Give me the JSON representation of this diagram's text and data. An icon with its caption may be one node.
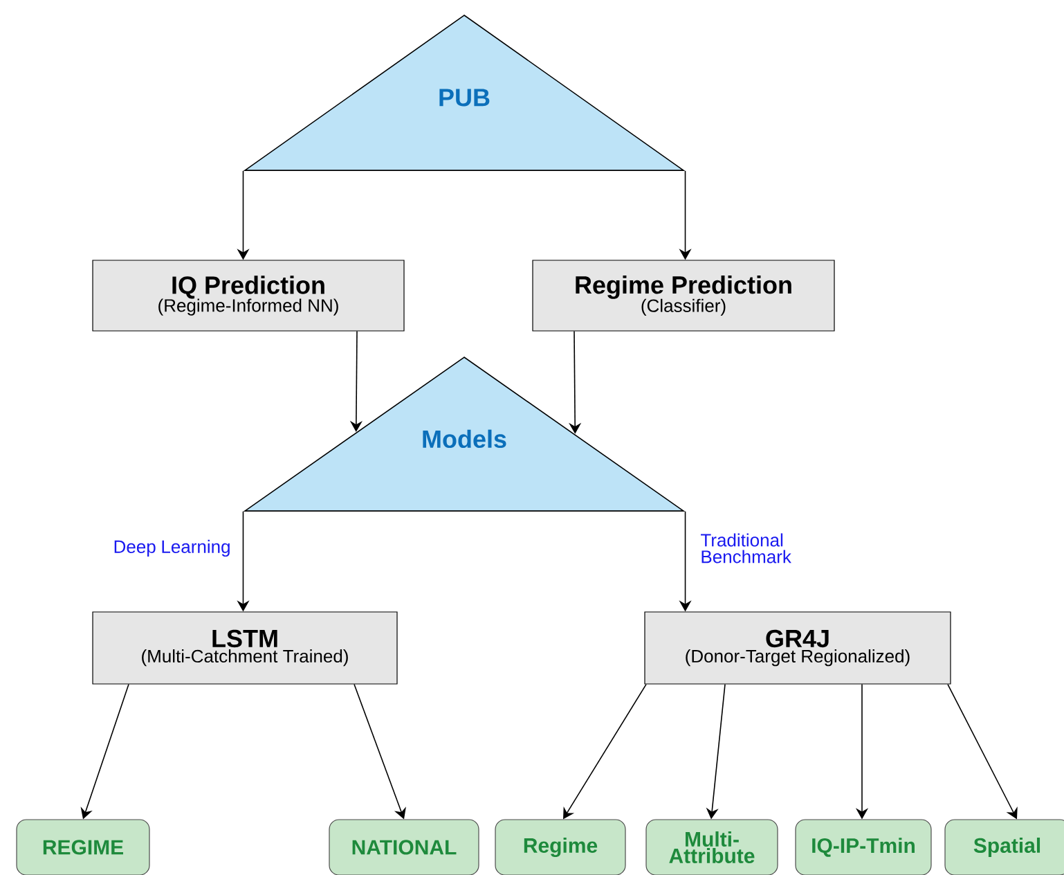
{
  "diagram": {
    "nodes": [
      {
        "text": [
          "PUB"
        ]
      },
      {
        "text": [
          "IQ Prediction",
          "(Regime-Informed NN)"
        ]
      },
      {
        "text": [
          "Regime Prediction",
          "(Classifier)"
        ]
      },
      {
        "text": [
          "Models"
        ]
      },
      {
        "text": [
          "LSTM",
          "(Multi-Catchment Trained)"
        ]
      },
      {
        "text": [
          "GR4J",
          "(Donor-Target Regionalized)"
        ]
      },
      {
        "text": [
          "REGIME"
        ]
      },
      {
        "text": [
          "NATIONAL"
        ]
      },
      {
        "text": [
          "Regime"
        ]
      },
      {
        "text": [
          "Multi-Attribute"
        ]
      },
      {
        "text": [
          "IQ-IP-Tmin"
        ]
      },
      {
        "text": [
          "Spatial"
        ]
      }
    ],
    "edges": [
      {
        "from": 0,
        "to": 1,
        "arrow": "to"
      },
      {
        "from": 0,
        "to": 2,
        "arrow": "to"
      },
      {
        "from": 1,
        "to": 3,
        "arrow": "to"
      },
      {
        "from": 2,
        "to": 3,
        "arrow": "to"
      },
      {
        "from": 3,
        "to": 4,
        "arrow": "to",
        "label": "Deep Learning"
      },
      {
        "from": 3,
        "to": 5,
        "arrow": "to",
        "label": "Traditional Benchmark"
      },
      {
        "from": 4,
        "to": 6,
        "arrow": "to"
      },
      {
        "from": 4,
        "to": 7,
        "arrow": "to"
      },
      {
        "from": 5,
        "to": 8,
        "arrow": "to"
      },
      {
        "from": 5,
        "to": 9,
        "arrow": "to"
      },
      {
        "from": 5,
        "to": 10,
        "arrow": "to"
      },
      {
        "from": 5,
        "to": 11,
        "arrow": "to"
      }
    ]
  }
}
